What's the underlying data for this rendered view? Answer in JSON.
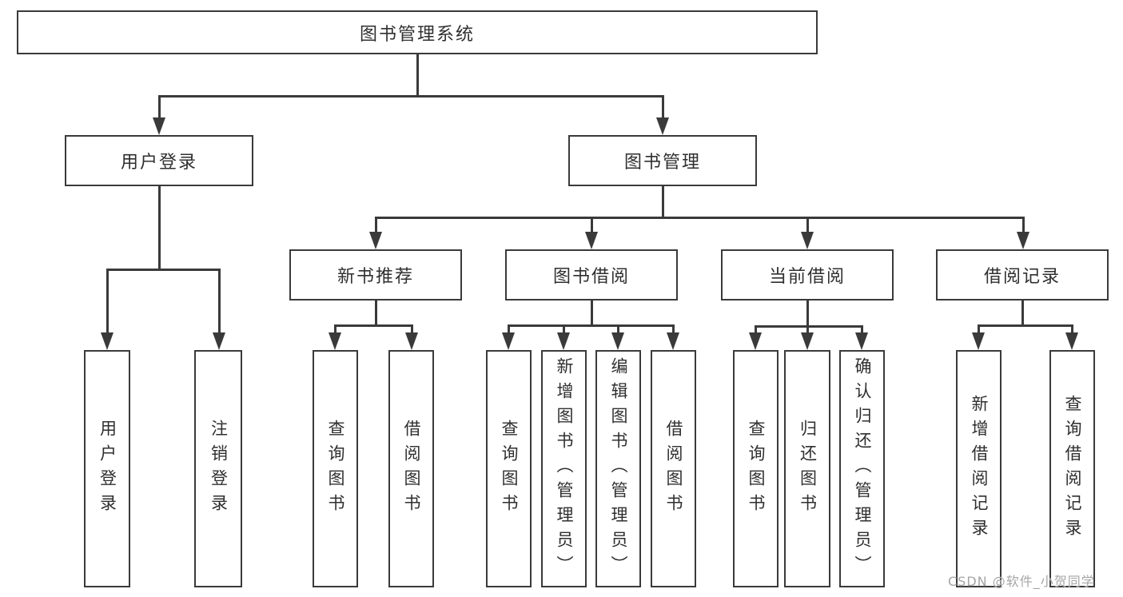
{
  "diagram": {
    "nodes": {
      "root": "图书管理系统",
      "user_login": "用户登录",
      "book_mgmt": "图书管理",
      "new_book_rec": "新书推荐",
      "book_borrow": "图书借阅",
      "current_borrow": "当前借阅",
      "borrow_records": "借阅记录",
      "ul_login": "用户登录",
      "ul_logout": "注销登录",
      "nbr_query": "查询图书",
      "nbr_borrow": "借阅图书",
      "bb_query": "查询图书",
      "bb_add": "新增图书（管理员）",
      "bb_edit": "编辑图书（管理员）",
      "bb_borrow": "借阅图书",
      "cb_query": "查询图书",
      "cb_return": "归还图书",
      "cb_confirm": "确认归还（管理员）",
      "br_add": "新增借阅记录",
      "br_query": "查询借阅记录"
    },
    "watermark": "CSDN @软件_小贺同学",
    "colors": {
      "line": "#3a3a3a",
      "text": "#2f2f2f",
      "watermark": "#a6a6a6"
    }
  }
}
